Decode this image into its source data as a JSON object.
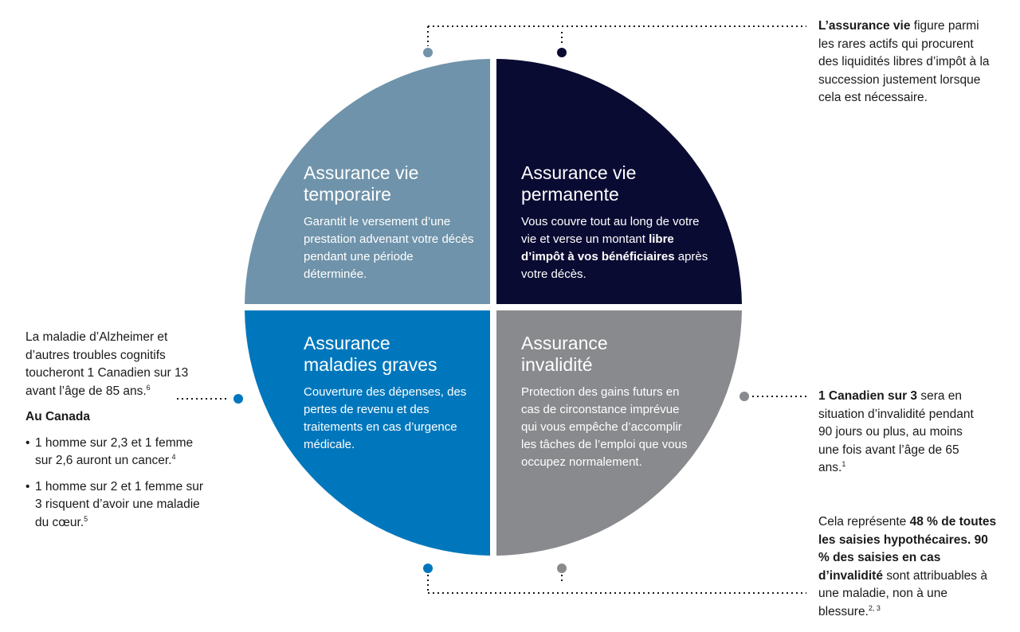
{
  "colors": {
    "temporaire": "#6f93aa",
    "permanente": "#0a0b33",
    "maladies": "#0077bc",
    "invalidite": "#898a8d",
    "dots_left": "#7393a9",
    "dots_dark": "#0a0b33",
    "dots_blue": "#0077bc",
    "dots_grey": "#898a8d"
  },
  "quadrants": {
    "temporaire": {
      "title_1": "Assurance vie",
      "title_2": "temporaire",
      "body": "Garantit le versement d’une prestation advenant votre décès pendant une période déterminée."
    },
    "permanente": {
      "title_1": "Assurance vie",
      "title_2": "permanente",
      "body_1": "Vous couvre tout au long de votre vie et verse un montant ",
      "body_bold": "libre d’impôt à vos bénéficiaires",
      "body_2": " après votre décès."
    },
    "maladies": {
      "title_1": "Assurance",
      "title_2": "maladies graves",
      "body": "Couverture des dépenses, des pertes de revenu et des traitements en cas d’urgence médicale."
    },
    "invalidite": {
      "title_1": "Assurance",
      "title_2": "invalidité",
      "body": "Protection des gains futurs en cas de circonstance imprévue qui vous empêche d’accomplir les tâches de l’emploi que vous occupez normalement."
    }
  },
  "callouts": {
    "top_right": {
      "bold": "L’assurance vie",
      "text": " figure parmi les rares actifs qui procurent des liquidités libres d’impôt à la succession justement lorsque cela est nécessaire."
    },
    "left": {
      "text": "La maladie d’Alzheimer et d’autres troubles cognitifs toucheront 1 Canadien sur 13 avant l’âge de 85 ans.",
      "sup": "6",
      "heading": "Au Canada",
      "bullet_1": "1 homme sur 2,3 et 1 femme sur 2,6 auront un cancer.",
      "bullet_1_sup": "4",
      "bullet_2": "1 homme sur 2 et 1 femme sur 3 risquent d’avoir une maladie du cœur.",
      "bullet_2_sup": "5"
    },
    "right_mid": {
      "bold": "1 Canadien sur 3",
      "text": " sera en situation d’invalidité pendant 90 jours ou plus, au moins une fois avant l’âge de 65 ans.",
      "sup": "1"
    },
    "bottom_right": {
      "text_1": "Cela représente ",
      "bold_1": "48 % de toutes les saisies hypothécaires. 90 % des saisies en cas d’invalidité",
      "text_2": " sont attribuables à une maladie, non à une blessure.",
      "sup": "2, 3"
    }
  }
}
